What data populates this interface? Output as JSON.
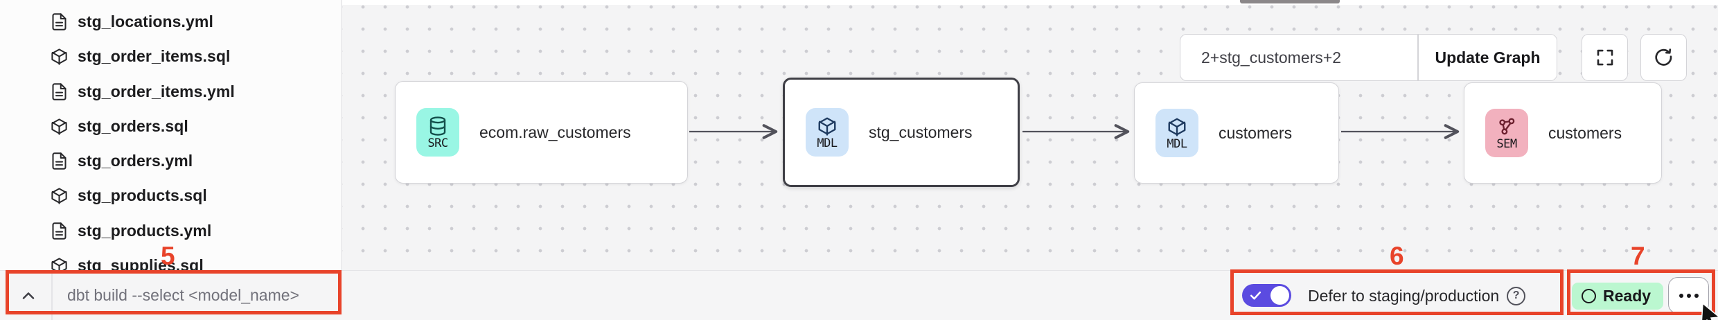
{
  "colors": {
    "annotation_red": "#E8432A",
    "toggle_on_purple": "#5B4BE0",
    "ready_green_bg": "#BBF7D0",
    "src_badge_teal": "#99F6E4",
    "mdl_badge_blue": "#CFE4F9",
    "sem_badge_pink": "#F2B1BE",
    "selected_node_border": "#3F3F46"
  },
  "icons": {
    "yml_file": "document-icon",
    "sql_file": "model-cube-icon",
    "src_badge": "database-icon",
    "mdl_badge": "cube-icon",
    "sem_badge": "semantic-graph-icon",
    "toolbar": [
      "fullscreen-icon",
      "refresh-icon"
    ],
    "bottom_bar": [
      "chevron-up-icon",
      "check-icon",
      "help-icon",
      "circle-icon",
      "ellipsis-icon"
    ],
    "help_glyph": "?"
  },
  "sidebar": {
    "files": [
      {
        "name": "stg_locations.yml",
        "type": "yml"
      },
      {
        "name": "stg_order_items.sql",
        "type": "sql"
      },
      {
        "name": "stg_order_items.yml",
        "type": "yml"
      },
      {
        "name": "stg_orders.sql",
        "type": "sql"
      },
      {
        "name": "stg_orders.yml",
        "type": "yml"
      },
      {
        "name": "stg_products.sql",
        "type": "sql"
      },
      {
        "name": "stg_products.yml",
        "type": "yml"
      },
      {
        "name": "stg_supplies.sql",
        "type": "sql"
      }
    ]
  },
  "graph": {
    "selector": {
      "value": "2+stg_customers+2"
    },
    "update_button_label": "Update Graph",
    "nodes": [
      {
        "badge": "SRC",
        "label": "ecom.raw_customers",
        "selected": false
      },
      {
        "badge": "MDL",
        "label": "stg_customers",
        "selected": true
      },
      {
        "badge": "MDL",
        "label": "customers",
        "selected": false
      },
      {
        "badge": "SEM",
        "label": "customers",
        "selected": false
      }
    ]
  },
  "bottom_bar": {
    "command_placeholder": "dbt build --select <model_name>",
    "defer_toggle": {
      "label": "Defer to staging/production",
      "enabled": true
    },
    "status_badge": "Ready"
  },
  "annotations": {
    "box5_label": "5",
    "box6_label": "6",
    "box7_label": "7"
  }
}
